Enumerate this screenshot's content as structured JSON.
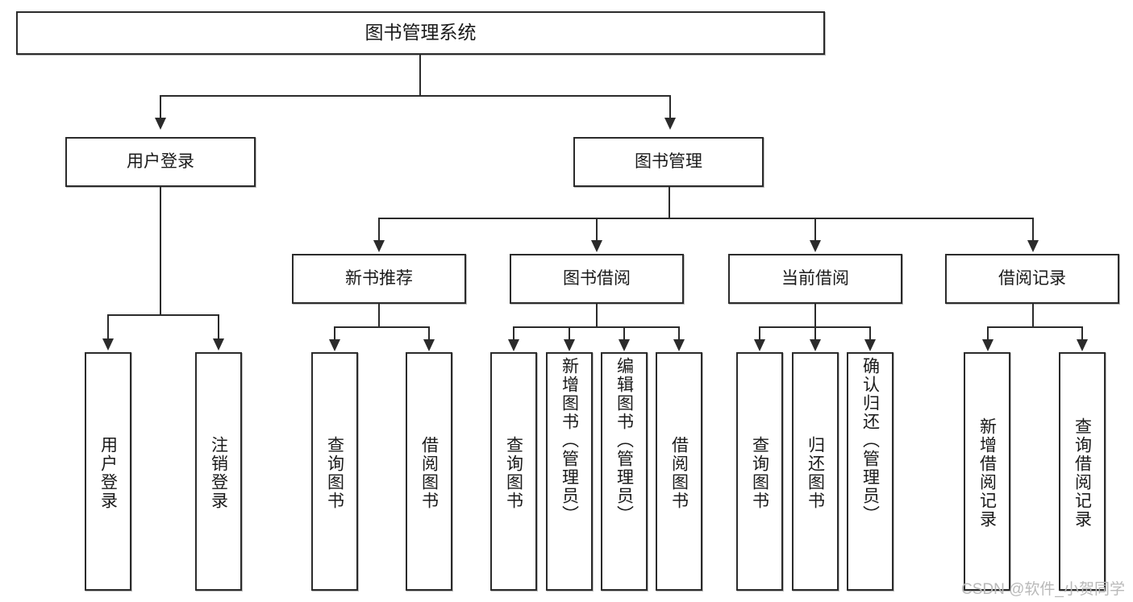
{
  "diagram": {
    "title": "图书管理系统",
    "root": {
      "label": "图书管理系统"
    },
    "level1": [
      {
        "label": "用户登录"
      },
      {
        "label": "图书管理"
      }
    ],
    "level2": [
      {
        "label": "新书推荐"
      },
      {
        "label": "图书借阅"
      },
      {
        "label": "当前借阅"
      },
      {
        "label": "借阅记录"
      }
    ],
    "leaves": {
      "user_login": [
        {
          "label": "用户登录"
        },
        {
          "label": "注销登录"
        }
      ],
      "new_book": [
        {
          "label": "查询图书"
        },
        {
          "label": "借阅图书"
        }
      ],
      "book_borrow": [
        {
          "label": "查询图书"
        },
        {
          "label": "新增图书（管理员）"
        },
        {
          "label": "编辑图书（管理员）"
        },
        {
          "label": "借阅图书"
        }
      ],
      "current_borrow": [
        {
          "label": "查询图书"
        },
        {
          "label": "归还图书"
        },
        {
          "label": "确认归还（管理员）"
        }
      ],
      "borrow_record": [
        {
          "label": "新增借阅记录"
        },
        {
          "label": "查询借阅记录"
        }
      ]
    }
  },
  "watermark": {
    "text": "CSDN @软件_小贺同学"
  },
  "colors": {
    "stroke": "#2b2b2b",
    "fill": "#ffffff",
    "text": "#1a1a1a",
    "watermark": "#b9b9b9"
  }
}
